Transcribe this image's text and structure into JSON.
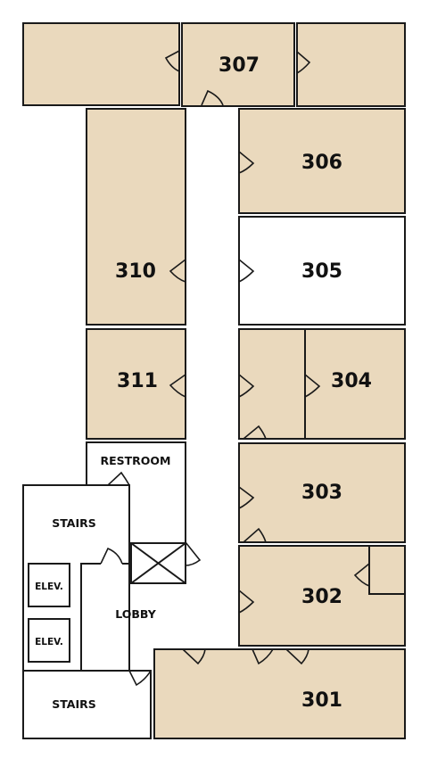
{
  "rooms": {
    "r307": "307",
    "r306": "306",
    "r305": "305",
    "r310": "310",
    "r311": "311",
    "r304": "304",
    "r303": "303",
    "r302": "302",
    "r301": "301"
  },
  "areas": {
    "restroom": "RESTROOM",
    "stairs_upper": "STAIRS",
    "stairs_lower": "STAIRS",
    "lobby": "LOBBY",
    "elev_1": "ELEV.",
    "elev_2": "ELEV."
  },
  "colors": {
    "room_fill": "#ead9bd",
    "vacant_fill": "#ffffff",
    "wall": "#1a1a1a"
  }
}
